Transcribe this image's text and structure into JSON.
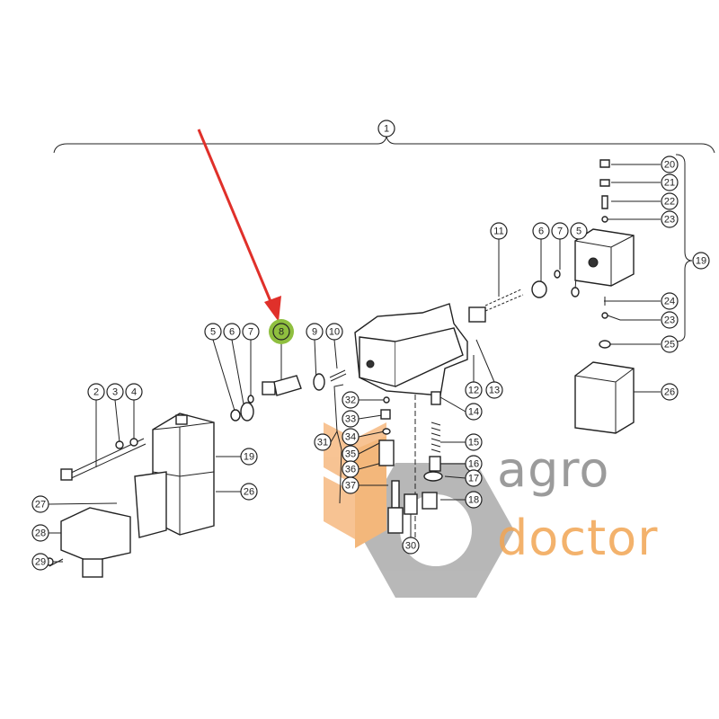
{
  "diagram": {
    "highlighted_callout": "8",
    "highlight_color": "#8fbf3f",
    "arrow_color": "#e0302a",
    "callouts": [
      "1",
      "20",
      "21",
      "22",
      "23",
      "19",
      "24",
      "23",
      "25",
      "26",
      "11",
      "6",
      "7",
      "5",
      "8",
      "5",
      "6",
      "7",
      "9",
      "10",
      "12",
      "13",
      "2",
      "3",
      "4",
      "32",
      "33",
      "34",
      "35",
      "36",
      "37",
      "31",
      "14",
      "15",
      "16",
      "17",
      "18",
      "19",
      "26",
      "27",
      "28",
      "29",
      "30"
    ]
  },
  "watermark": {
    "word1": "agro",
    "word2": "doctor",
    "color1": "#8a8a8a",
    "color2": "#f2a553"
  }
}
